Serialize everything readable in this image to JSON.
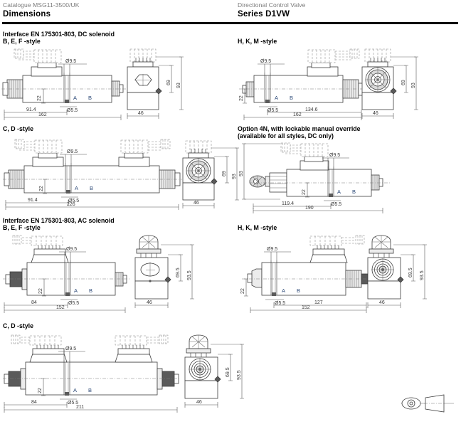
{
  "header": {
    "left_sub": "Catalogue MSG11-3500/UK",
    "left_title": "Dimensions",
    "right_sub": "Directional Control Valve",
    "right_title": "Series D1VW"
  },
  "sections": [
    {
      "id": "dc-interface",
      "heading_line1": "Interface EN 175301-803, DC solenoid",
      "heading_line2": "B, E, F -style"
    },
    {
      "id": "hkm-dc",
      "heading_line1": "H, K, M -style",
      "heading_line2": ""
    },
    {
      "id": "cd-dc",
      "heading_line1": "C, D -style",
      "heading_line2": ""
    },
    {
      "id": "option-4n",
      "heading_line1": "Option 4N, with lockable manual override",
      "heading_line2": "(available for all styles, DC only)"
    },
    {
      "id": "ac-interface",
      "heading_line1": "Interface EN 175301-803, AC solenoid",
      "heading_line2": "B, E, F -style"
    },
    {
      "id": "hkm-ac",
      "heading_line1": "H, K, M -style",
      "heading_line2": ""
    },
    {
      "id": "cd-ac",
      "heading_line1": "C, D -style",
      "heading_line2": ""
    }
  ],
  "drawings": {
    "dc_bef": {
      "name": "B, E, F -style DC solenoid",
      "dims": {
        "bore_top": "Ø9.5",
        "bore_bottom": "Ø5.5",
        "height_22": "22",
        "len_partial": "91.4",
        "len_total": "162",
        "port_a": "A",
        "port_b": "B",
        "end_width": "46",
        "end_h_inner": "69",
        "end_h_outer": "93"
      }
    },
    "dc_hkm": {
      "name": "H, K, M -style DC solenoid",
      "dims": {
        "bore_top": "Ø9.5",
        "bore_bottom": "Ø5.5",
        "height_22": "22",
        "len_partial": "134.6",
        "len_total": "162",
        "port_a": "A",
        "port_b": "B",
        "end_width": "46",
        "end_h_inner": "69",
        "end_h_outer": "93"
      }
    },
    "dc_cd": {
      "name": "C, D -style DC solenoid",
      "dims": {
        "bore_top": "Ø9.5",
        "bore_bottom": "Ø5.5",
        "height_22": "22",
        "len_partial": "91.4",
        "len_total": "226",
        "port_a": "A",
        "port_b": "B",
        "end_width": "46",
        "end_h_inner": "69",
        "end_h_outer": "93"
      }
    },
    "option_4n": {
      "name": "Option 4N lockable manual override",
      "dims": {
        "bore_top": "Ø9.5",
        "bore_bottom": "Ø5.5",
        "height_22": "22",
        "len_partial": "119.4",
        "len_total": "190",
        "port_a": "A",
        "port_b": "B",
        "height_93": "93"
      }
    },
    "ac_bef": {
      "name": "B, E, F -style AC solenoid",
      "dims": {
        "bore_top": "Ø9.5",
        "bore_bottom": "Ø5.5",
        "height_22": "22",
        "len_partial": "84",
        "len_total": "152",
        "port_a": "A",
        "port_b": "B",
        "end_width": "46",
        "end_h_inner": "69.5",
        "end_h_outer": "93.5"
      }
    },
    "ac_hkm": {
      "name": "H, K, M -style AC solenoid",
      "dims": {
        "bore_top": "Ø9.5",
        "bore_bottom": "Ø5.5",
        "height_22": "22",
        "len_partial": "127",
        "len_total": "152",
        "port_a": "A",
        "port_b": "B",
        "end_width": "46",
        "end_h_inner": "69.5",
        "end_h_outer": "93.5"
      }
    },
    "ac_cd": {
      "name": "C, D -style AC solenoid",
      "dims": {
        "bore_top": "Ø9.5",
        "bore_bottom": "Ø5.5",
        "height_22": "22",
        "len_partial": "84",
        "len_total": "211",
        "port_a": "A",
        "port_b": "B",
        "end_width": "46",
        "end_h_inner": "69.5",
        "end_h_outer": "93.5"
      }
    }
  },
  "footer": {
    "projection_symbol": "first-angle-projection-symbol"
  },
  "colors": {
    "line": "#3c3c3c",
    "dimension_text": "#3a3a3a",
    "port_label": "#2d4a78",
    "header_sub": "#7a7a7a",
    "rule": "#000000"
  }
}
